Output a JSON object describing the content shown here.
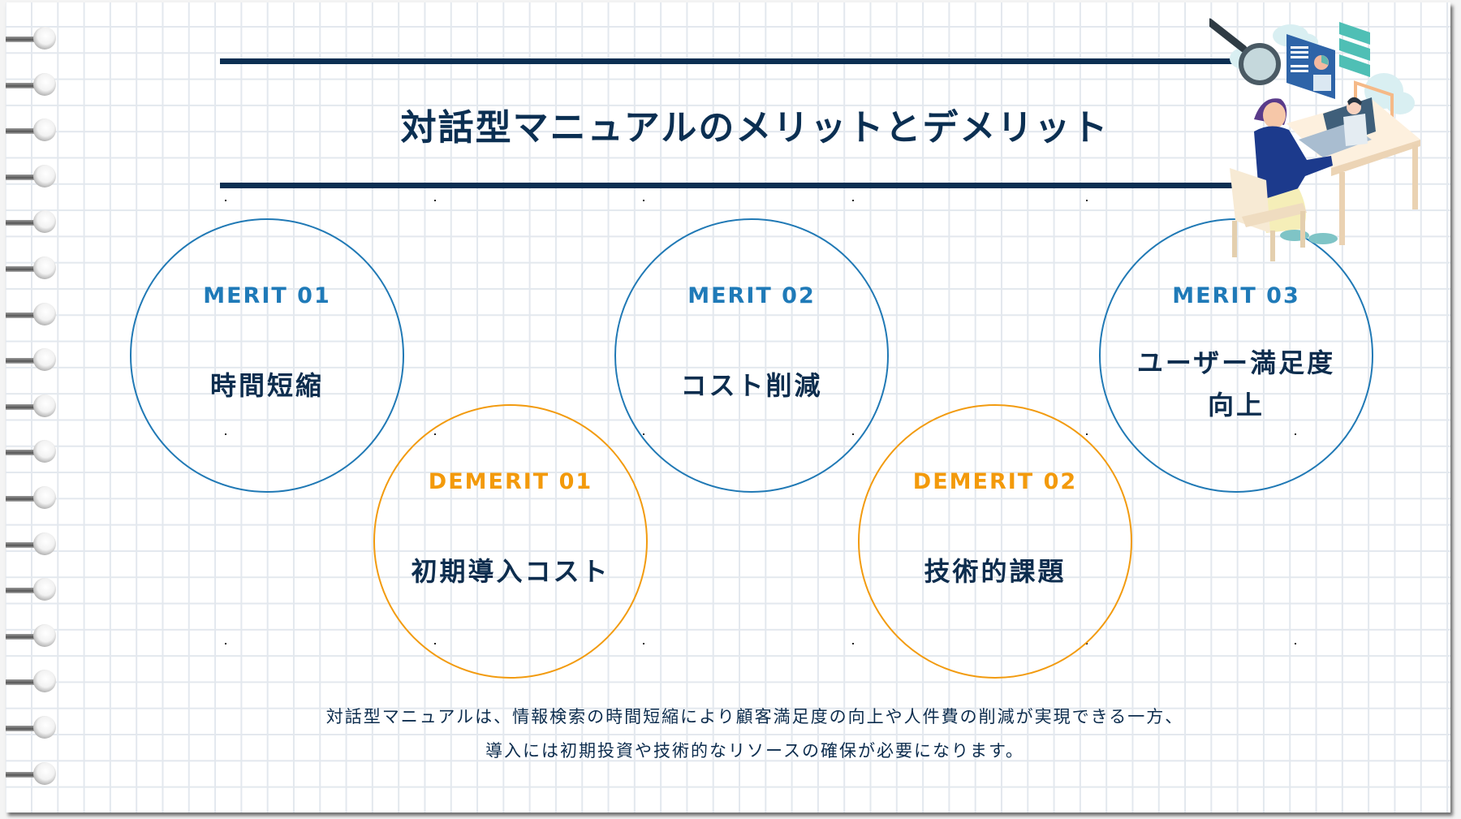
{
  "title": "対話型マニュアルのメリットとデメリット",
  "colors": {
    "navy": "#0b2f52",
    "merit_blue": "#1f7ab8",
    "demerit_orange": "#f39a0b",
    "grid": "#e3e8ee"
  },
  "items": [
    {
      "type": "merit",
      "label": "MERIT 01",
      "text": "時間短縮"
    },
    {
      "type": "demerit",
      "label": "DEMERIT 01",
      "text": "初期導入コスト"
    },
    {
      "type": "merit",
      "label": "MERIT 02",
      "text": "コスト削減"
    },
    {
      "type": "demerit",
      "label": "DEMERIT 02",
      "text": "技術的課題"
    },
    {
      "type": "merit",
      "label": "MERIT 03",
      "text_line1": "ユーザー満足度",
      "text_line2": "向上"
    }
  ],
  "summary": {
    "line1": "対話型マニュアルは、情報検索の時間短縮により顧客満足度の向上や人件費の削減が実現できる一方、",
    "line2": "導入には初期投資や技術的なリソースの確保が必要になります。"
  },
  "illustration": "person-at-desk-video-call-with-magnifier-and-dashboard"
}
